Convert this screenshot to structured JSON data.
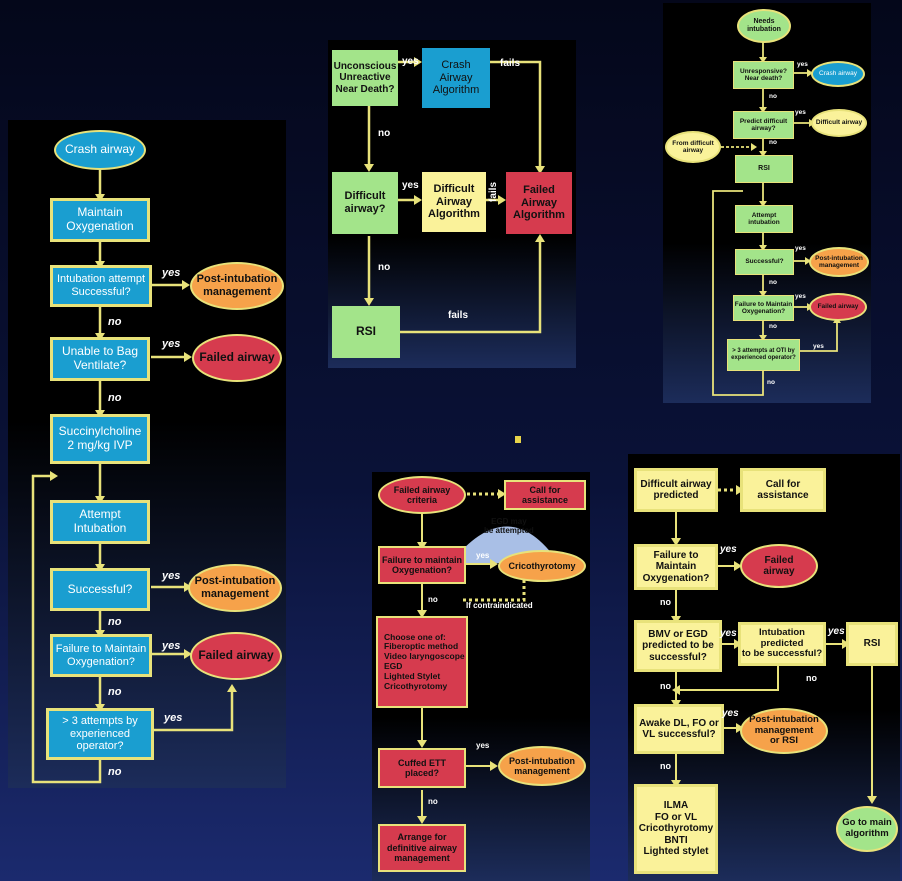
{
  "colors": {
    "blue": "#1a9ed0",
    "orange": "#f6a24a",
    "red": "#d63b4e",
    "green": "#a3e48a",
    "yellow": "#faf29a",
    "line": "#e8e27a"
  },
  "crash": {
    "start": "Crash airway",
    "maintain": "Maintain\nOxygenation",
    "intubation": "Intubation attempt\nSuccessful?",
    "post1": "Post-intubation\nmanagement",
    "unable": "Unable to Bag\nVentilate?",
    "failed1": "Failed airway",
    "succ": "Succinylcholine\n2 mg/kg IVP",
    "attempt": "Attempt\nIntubation",
    "successful": "Successful?",
    "post2": "Post-intubation\nmanagement",
    "failure": "Failure to Maintain\nOxygenation?",
    "failed2": "Failed airway",
    "attempts": "> 3 attempts by\nexperienced operator?",
    "yes": "yes",
    "no": "no"
  },
  "overview": {
    "unconscious": "Unconscious\nUnreactive\nNear Death?",
    "crash": "Crash\nAirway\nAlgorithm",
    "difficult": "Difficult\nairway?",
    "difficult_alg": "Difficult\nAirway\nAlgorithm",
    "failed_alg": "Failed\nAirway\nAlgorithm",
    "rsi": "RSI",
    "yes": "yes",
    "no": "no",
    "fails": "fails"
  },
  "main": {
    "needs": "Needs\nintubation",
    "unresponsive": "Unresponsive?\nNear death?",
    "crash": "Crash airway",
    "predict": "Predict difficult\nairway?",
    "difficult": "Difficult airway",
    "from": "From difficult\nairway",
    "rsi": "RSI",
    "attempt": "Attempt\nintubation",
    "successful": "Successful?",
    "post": "Post-intubation\nmanagement",
    "failure": "Failure to Maintain\nOxygenation?",
    "failed": "Failed airway",
    "attempts": "> 3 attempts at OTI by\nexperienced operator?",
    "yes": "yes",
    "no": "no"
  },
  "failed": {
    "criteria": "Failed airway\ncriteria",
    "call": "Call for assistance",
    "egd": "EGD may\nbe attempted",
    "failure": "Failure to maintain\nOxygenation?",
    "cric": "Cricothyrotomy",
    "contra": "If contraindicated",
    "choose": "Choose one of:\nFiberoptic method\nVideo laryngoscope\nEGD\nLighted Stylet\nCricothyrotomy",
    "cuffed": "Cuffed ETT placed?",
    "post": "Post-intubation\nmanagement",
    "arrange": "Arrange for\ndefinitive airway\nmanagement",
    "yes": "yes",
    "no": "no"
  },
  "difficult": {
    "predicted": "Difficult airway\npredicted",
    "call": "Call for assistance",
    "failure": "Failure to Maintain\nOxygenation?",
    "failed": "Failed\nairway",
    "bmv": "BMV or EGD\npredicted to be\nsuccessful?",
    "intubation": "Intubation predicted\nto be successful?",
    "rsi": "RSI",
    "awake": "Awake DL, FO or\nVL successful?",
    "post": "Post-intubation\nmanagement\nor RSI",
    "options": "ILMA\nFO or VL\nCricothyrotomy\nBNTI\nLighted stylet",
    "goto": "Go to main\nalgorithm",
    "yes": "yes",
    "no": "no"
  }
}
